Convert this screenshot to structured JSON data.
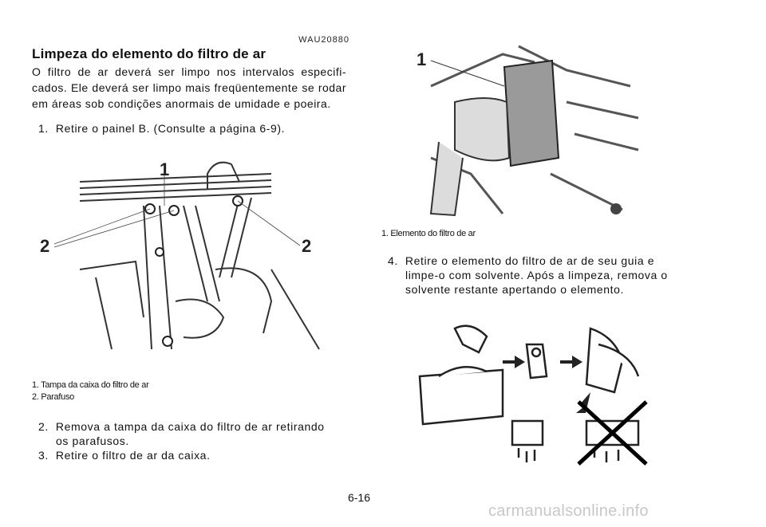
{
  "doc_code": "WAU20880",
  "section_title": "Limpeza do elemento do filtro de ar",
  "intro_text": "O filtro de ar deverá ser limpo nos intervalos especifi- cados. Ele deverá ser limpo mais freqüentemente se rodar em áreas sob condições anormais de umidade e poeira.",
  "steps": [
    {
      "num": "1.",
      "text": "Retire o painel B. (Consulte a página 6-9)."
    },
    {
      "num": "2.",
      "text_line1": "Remova a tampa da caixa do filtro de ar retirando",
      "text_line2": "os parafusos."
    },
    {
      "num": "3.",
      "text": "Retire o filtro de ar da caixa."
    },
    {
      "num": "4.",
      "text_line1": "Retire o elemento do filtro de ar de seu guia e",
      "text_line2": "limpe-o com solvente. Após a limpeza, remova o",
      "text_line3": "solvente restante apertando o elemento."
    }
  ],
  "figure1": {
    "callout_1": "1",
    "callout_2_left": "2",
    "callout_2_right": "2",
    "captions": [
      "1.   Tampa da caixa do filtro de ar",
      "2.   Parafuso"
    ]
  },
  "figure2": {
    "callout_1": "1",
    "captions": [
      "1.   Elemento do filtro de ar"
    ]
  },
  "page_number": "6-16",
  "watermark": "carmanualsonline.info"
}
